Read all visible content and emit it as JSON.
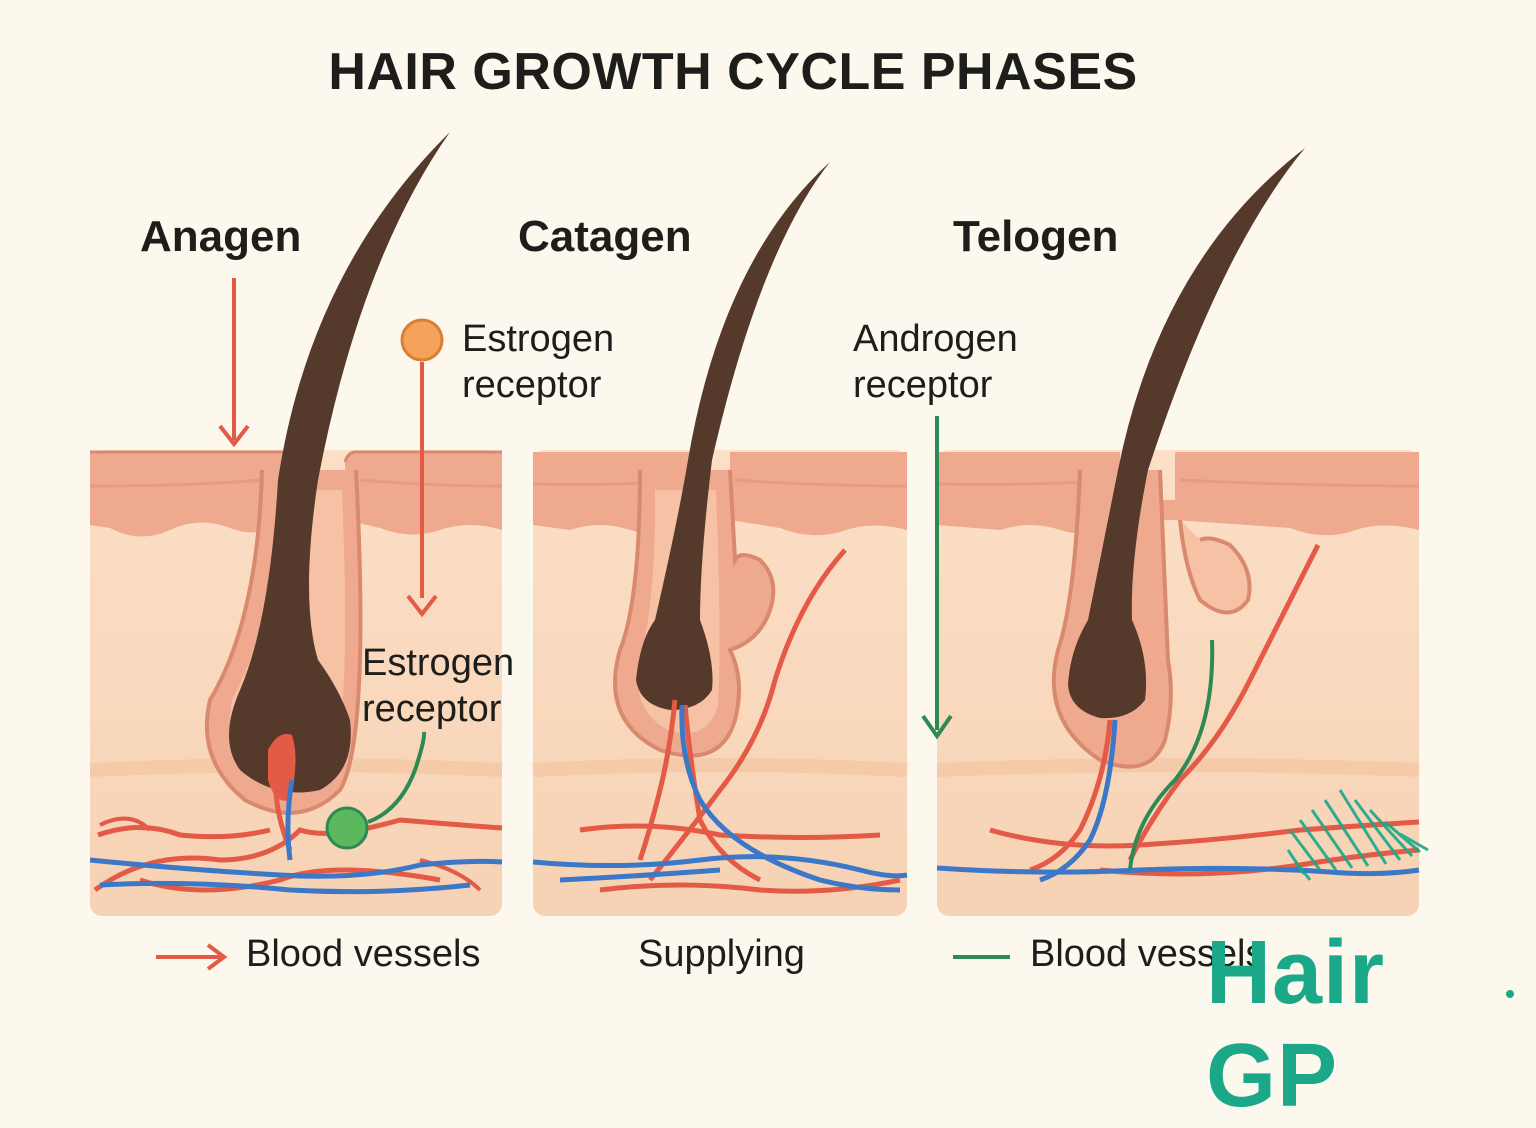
{
  "title": "HAIR GROWTH CYCLE PHASES",
  "phases": [
    {
      "name": "Anagen"
    },
    {
      "name": "Catagen"
    },
    {
      "name": "Telogen"
    }
  ],
  "labels": {
    "estrogen_receptor_top": [
      "Estrogen",
      "receptor"
    ],
    "estrogen_receptor_mid": [
      "Estrogen",
      "receptor"
    ],
    "androgen_receptor": [
      "Androgen",
      "receptor"
    ]
  },
  "legend": {
    "blood_vessels_arrow": "Blood vessels",
    "supplying": "Supplying",
    "blood_vessels_line": "Blood vessels"
  },
  "logo": "Hair GP",
  "colors": {
    "skin": "#f9d9bd",
    "epidermis": "#eea98f",
    "hair": "#55392a",
    "artery": "#e35a46",
    "vein": "#3c78c8",
    "estrogen": "#f5a25a",
    "androgen": "#2e8a55",
    "brand": "#1aa889"
  }
}
